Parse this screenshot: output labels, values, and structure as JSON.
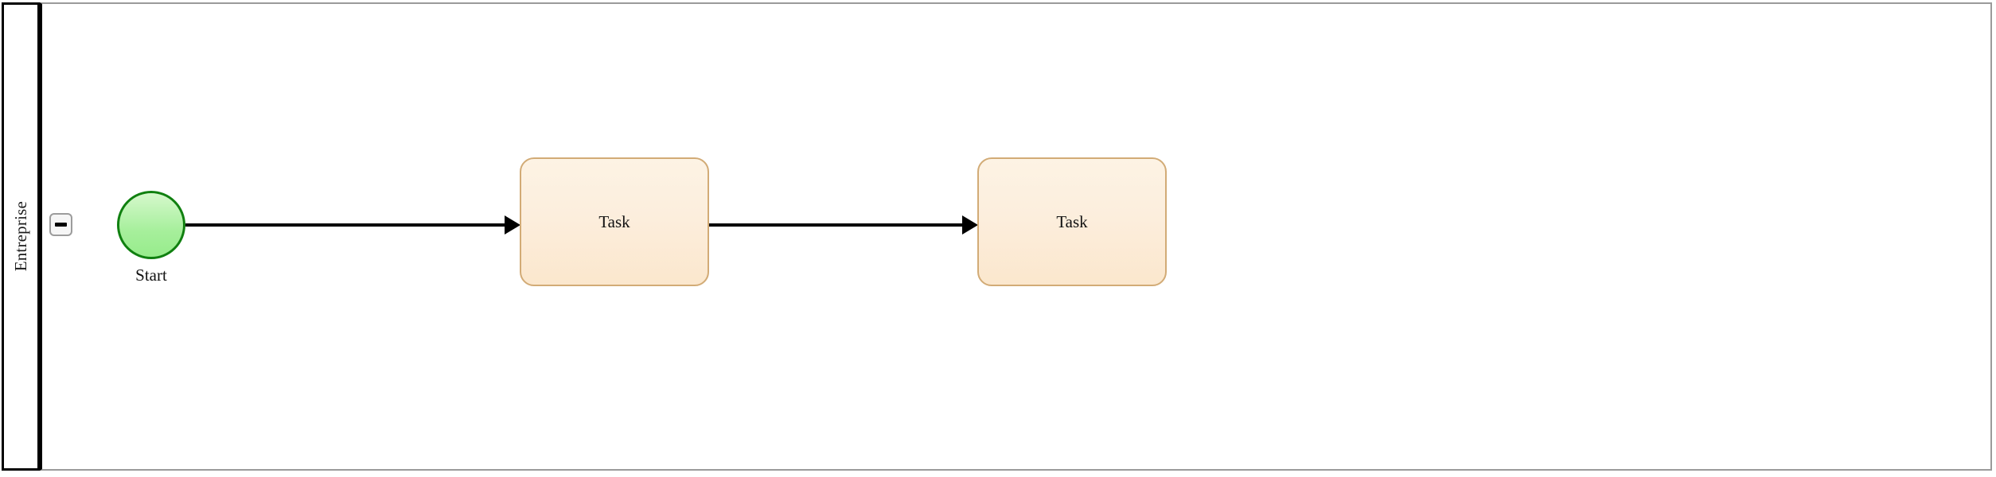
{
  "diagram": {
    "type": "bpmn-process",
    "pool": {
      "label": "Entreprise",
      "collapse_button": {
        "icon": "minus-icon",
        "state": "expanded"
      }
    },
    "nodes": [
      {
        "id": "start-event",
        "type": "start-event",
        "label": "Start"
      },
      {
        "id": "task-1",
        "type": "task",
        "label": "Task"
      },
      {
        "id": "task-2",
        "type": "task",
        "label": "Task"
      }
    ],
    "flows": [
      {
        "id": "flow-1",
        "from": "start-event",
        "to": "task-1"
      },
      {
        "id": "flow-2",
        "from": "task-1",
        "to": "task-2"
      }
    ],
    "colors": {
      "start_fill": "#a6ef9b",
      "start_stroke": "#108010",
      "task_fill": "#fceedd",
      "task_stroke": "#d2ab76",
      "pool_stroke": "#000000",
      "flow_stroke": "#000000"
    }
  }
}
